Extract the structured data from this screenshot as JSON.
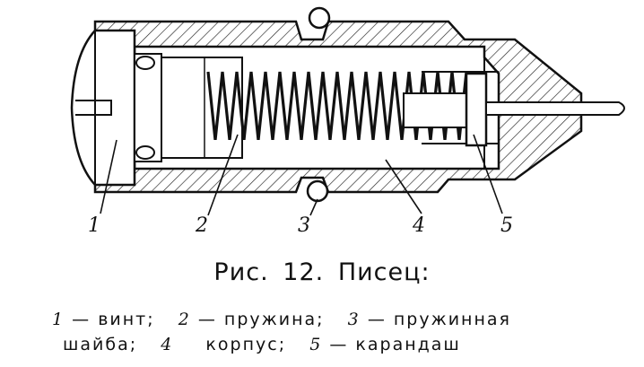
{
  "figure": {
    "caption_prefix": "Рис.",
    "caption_number": "12.",
    "caption_title": "Писец:"
  },
  "parts": [
    {
      "num": "1",
      "dash": "—",
      "name": "винт;"
    },
    {
      "num": "2",
      "dash": "—",
      "name": "пружина;"
    },
    {
      "num": "3",
      "dash": "—",
      "name": "пружинная"
    },
    {
      "name_cont": "шайба;"
    },
    {
      "num": "4",
      "dash": "",
      "name": "корпус;"
    },
    {
      "num": "5",
      "dash": "—",
      "name": "карандаш"
    }
  ],
  "callout_labels": [
    "1",
    "2",
    "3",
    "4",
    "5"
  ]
}
